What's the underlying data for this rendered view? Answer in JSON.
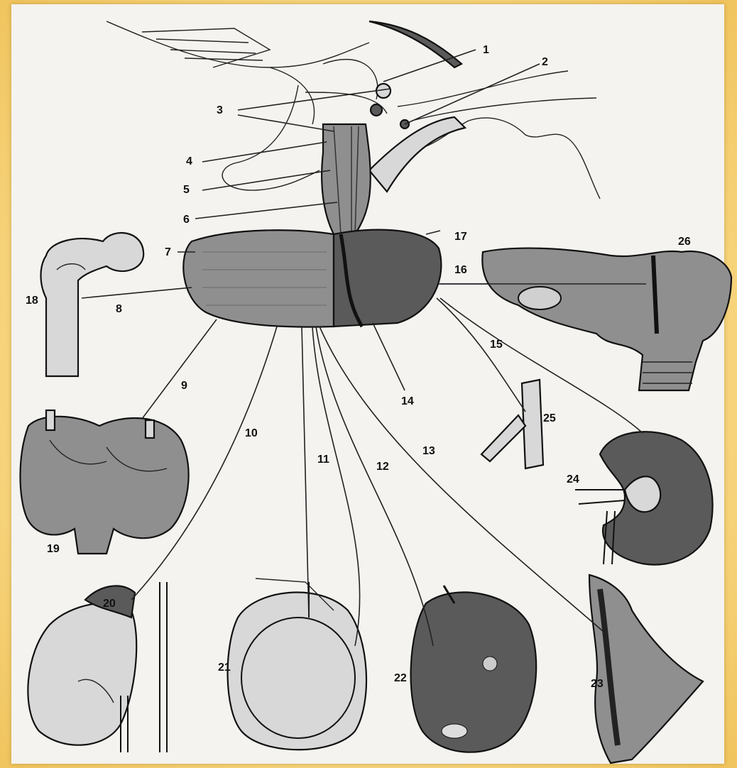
{
  "diagram": {
    "colors": {
      "background_frame": "#f6d37a",
      "paper": "#f4f3ef",
      "ink": "#111111"
    },
    "labels": {
      "l1": "1",
      "l2": "2",
      "l3": "3",
      "l4": "4",
      "l5": "5",
      "l6": "6",
      "l7": "7",
      "l8": "8",
      "l9": "9",
      "l10": "10",
      "l11": "11",
      "l12": "12",
      "l13": "13",
      "l14": "14",
      "l15": "15",
      "l16": "16",
      "l17": "17",
      "l18": "18",
      "l19": "19",
      "l20": "20",
      "l21": "21",
      "l22": "22",
      "l23": "23",
      "l24": "24",
      "l25": "25",
      "l26": "26"
    }
  }
}
